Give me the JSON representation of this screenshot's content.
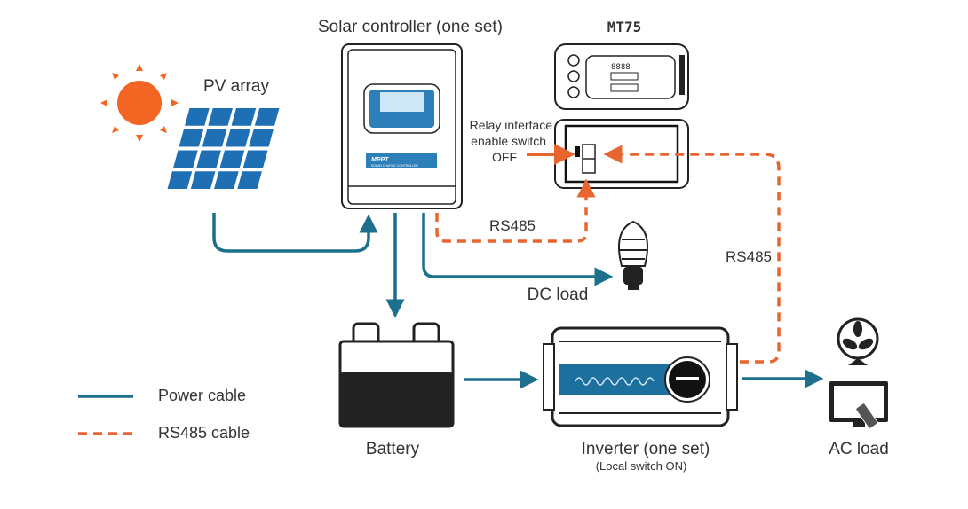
{
  "colors": {
    "power_cable": "#1d6f8e",
    "rs485_cable": "#e9652f",
    "sun": "#f26522",
    "panel": "#1f6fb5"
  },
  "labels": {
    "controller": "Solar controller (one set)",
    "mt75": "MT75",
    "pv_array": "PV array",
    "relay_line1": "Relay interface",
    "relay_line2": "enable switch",
    "relay_line3": "OFF",
    "rs485_left": "RS485",
    "rs485_right": "RS485",
    "dc_load": "DC load",
    "battery": "Battery",
    "inverter": "Inverter (one set)",
    "inverter_note": "(Local switch ON)",
    "ac_load": "AC load"
  },
  "devices": {
    "controller_panel_text": "MPPT",
    "controller_panel_sub": "SOLAR CHARGE CONTROLLER",
    "mt75_digits": "8888"
  },
  "legend": [
    {
      "label": "Power cable",
      "style": "solid"
    },
    {
      "label": "RS485 cable",
      "style": "dashed"
    }
  ]
}
